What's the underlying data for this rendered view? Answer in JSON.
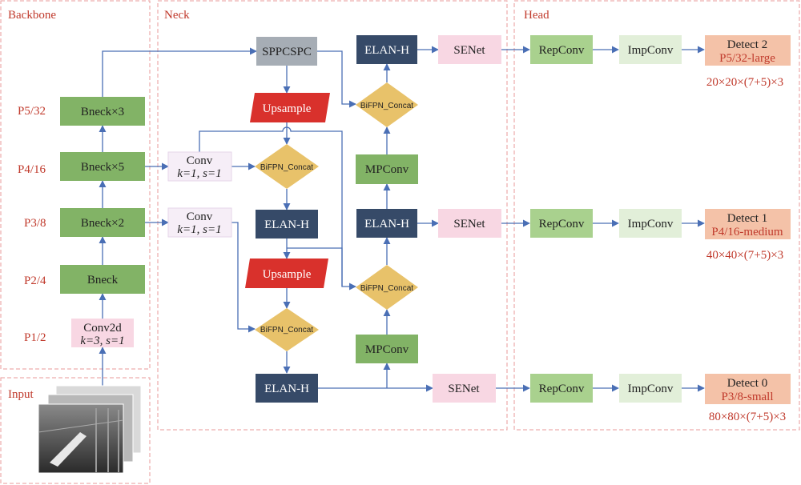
{
  "sections": {
    "backbone": "Backbone",
    "neck": "Neck",
    "head": "Head",
    "input": "Input"
  },
  "backbone": {
    "levels": [
      "P5/32",
      "P4/16",
      "P3/8",
      "P2/4",
      "P1/2"
    ],
    "b3": "Bneck×3",
    "b5": "Bneck×5",
    "b2": "Bneck×2",
    "b1": "Bneck",
    "conv2d": "Conv2d",
    "conv2d_params": "k=3, s=1"
  },
  "neck": {
    "sppcspc": "SPPCSPC",
    "upsample": "Upsample",
    "conv": "Conv",
    "conv_params": "k=1, s=1",
    "bifpn": "BiFPN_Concat",
    "elan": "ELAN-H",
    "mpconv": "MPConv",
    "senet": "SENet"
  },
  "head": {
    "repconv": "RepConv",
    "impconv": "ImpConv",
    "detect2": "Detect 2",
    "detect2_sub": "P5/32-large",
    "detect2_shape": "20×20×(7+5)×3",
    "detect1": "Detect 1",
    "detect1_sub": "P4/16-medium",
    "detect1_shape": "40×40×(7+5)×3",
    "detect0": "Detect 0",
    "detect0_sub": "P3/8-small",
    "detect0_shape": "80×80×(7+5)×3"
  },
  "colors": {
    "green": "#82b366",
    "light_green": "#d5e8d4",
    "pale_green": "#e2efd9",
    "pink": "#f8d7e3",
    "lavender": "#f6eef7",
    "navy": "#364a68",
    "gray": "#a6adb5",
    "red": "#d9312c",
    "orange_diamond": "#e8c26a",
    "peach": "#f4c2a8",
    "edge": "#4a6fb5"
  },
  "icons": [
    "ship-image-stack"
  ]
}
